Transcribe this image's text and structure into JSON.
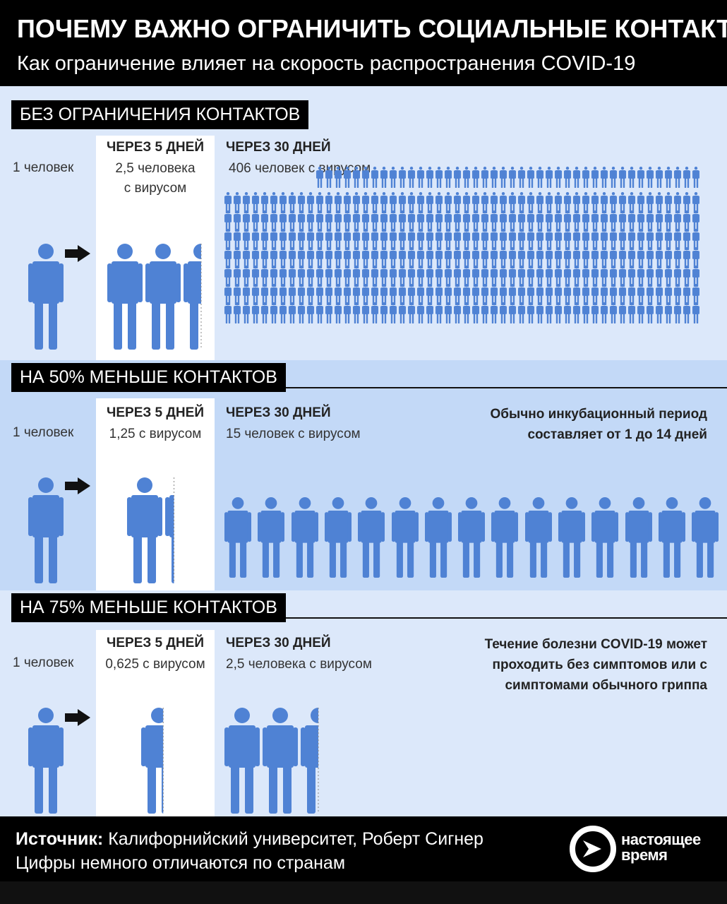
{
  "header": {
    "title": "ПОЧЕМУ ВАЖНО ОГРАНИЧИТЬ СОЦИАЛЬНЫЕ КОНТАКТЫ",
    "subtitle": "Как ограничение влияет на скорость распространения COVID-19"
  },
  "colors": {
    "person": "#4f82d4",
    "section1_bg": "#dce8fa",
    "section2_bg": "#c3d9f7",
    "section3_bg": "#dce8fa"
  },
  "sections": [
    {
      "label": "БЕЗ ОГРАНИЧЕНИЯ КОНТАКТОВ",
      "start": "1 человек",
      "day5_title": "ЧЕРЕЗ 5 ДНЕЙ",
      "day5_value_l1": "2,5 человека",
      "day5_value_l2": "с вирусом",
      "day30_title": "ЧЕРЕЗ 30 ДНЕЙ",
      "day30_value": "406 человек с вирусом",
      "day5_people": 2.5,
      "day30_people": 406
    },
    {
      "label": "НА 50% МЕНЬШЕ КОНТАКТОВ",
      "start": "1 человек",
      "day5_title": "ЧЕРЕЗ 5 ДНЕЙ",
      "day5_value": "1,25 с вирусом",
      "day30_title": "ЧЕРЕЗ 30 ДНЕЙ",
      "day30_value": "15 человек с вирусом",
      "note_l1": "Обычно инкубационный период",
      "note_l2": "составляет от 1 до 14 дней",
      "day5_people": 1.25,
      "day30_people": 15
    },
    {
      "label": "НА 75% МЕНЬШЕ КОНТАКТОВ",
      "start": "1 человек",
      "day5_title": "ЧЕРЕЗ 5 ДНЕЙ",
      "day5_value": "0,625 с вирусом",
      "day30_title": "ЧЕРЕЗ 30 ДНЕЙ",
      "day30_value": "2,5 человека с вирусом",
      "note_l1": "Течение болезни COVID-19 может",
      "note_l2": "проходить без симптомов или с",
      "note_l3": "симптомами обычного гриппа",
      "day5_people": 0.625,
      "day30_people": 2.5
    }
  ],
  "footer": {
    "source_label": "Источник:",
    "source_text": " Калифорнийский университет, Роберт Сигнер",
    "note": "Цифры немного отличаются по странам",
    "logo_l1": "настоящее",
    "logo_l2": "время"
  }
}
